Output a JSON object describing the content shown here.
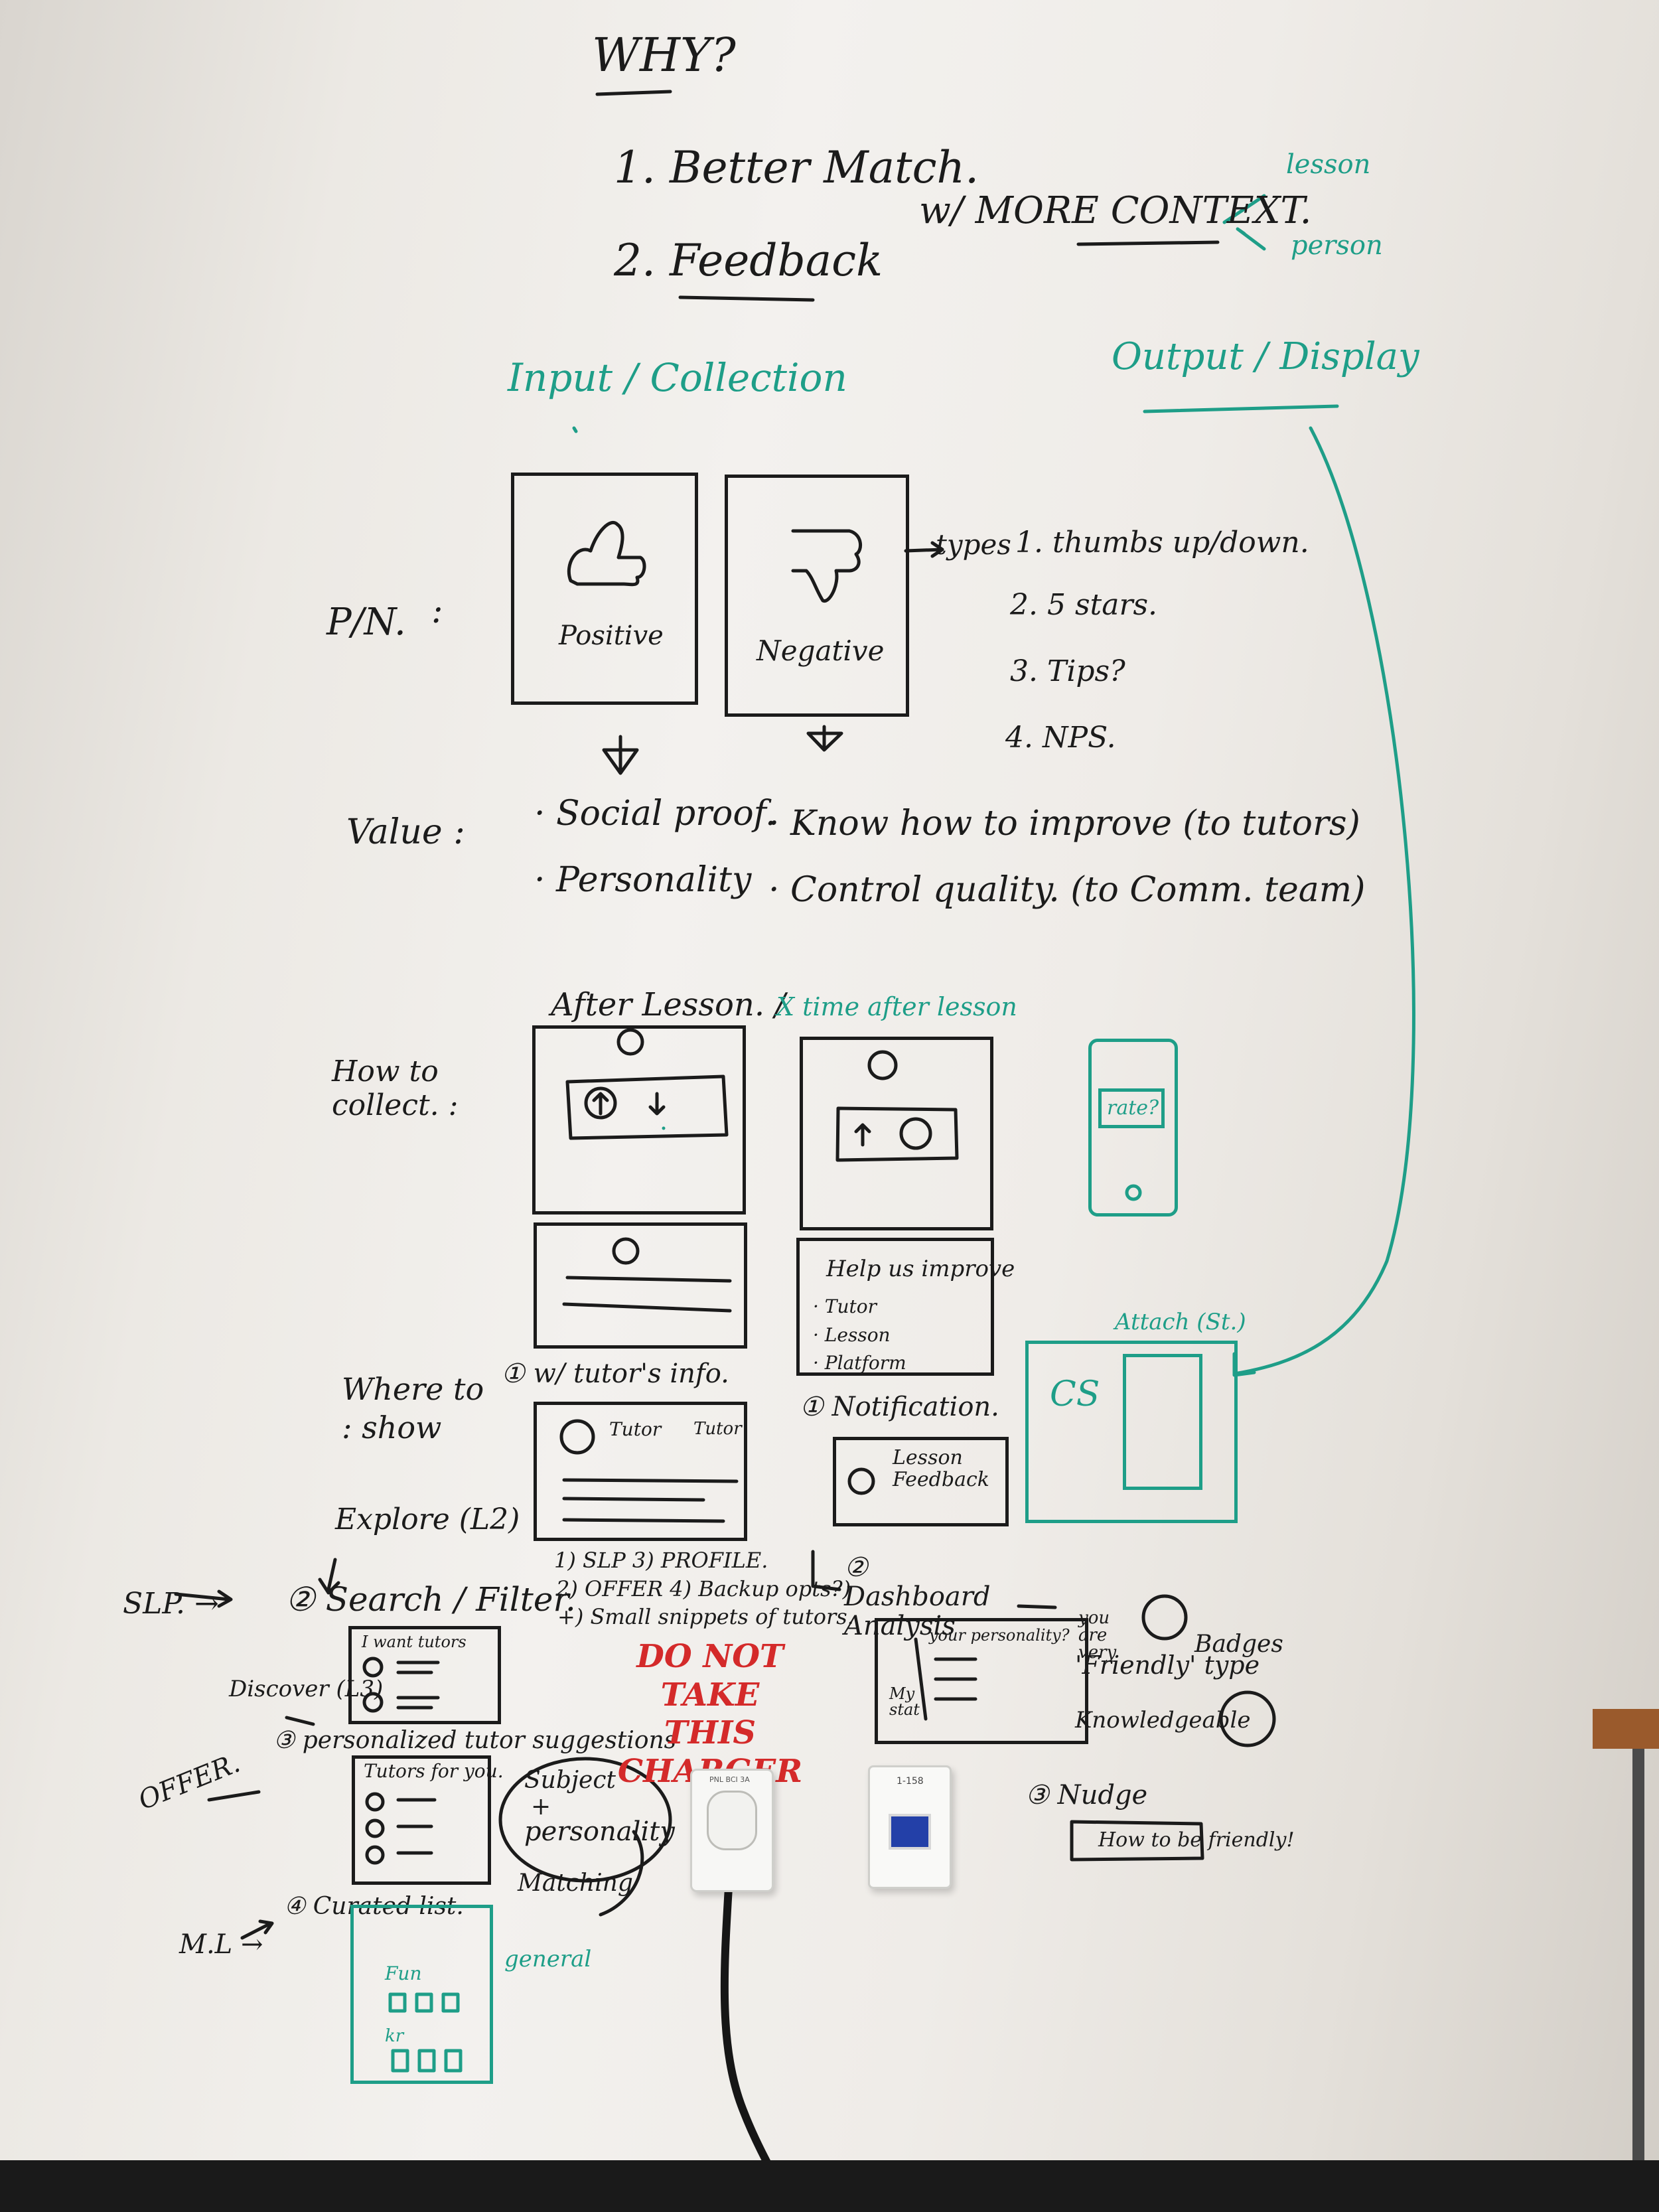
{
  "why": {
    "title": "WHY?",
    "reasons": [
      "1. Better Match.",
      "2. Feedback"
    ],
    "context_note": "w/ MORE CONTEXT.",
    "context_branches": [
      "lesson",
      "person"
    ]
  },
  "columns": {
    "input": "Input / Collection",
    "output": "Output / Display"
  },
  "pn": {
    "label": "P/N.",
    "positive": "Positive",
    "negative": "Negative",
    "types_label": "types",
    "types": [
      "1. thumbs up/down.",
      "2. 5 stars.",
      "3. Tips?",
      "4. NPS."
    ]
  },
  "value": {
    "label": "Value :",
    "items": [
      "· Social proof.",
      "· Personality",
      "· Know how to improve (to tutors)",
      "· Control quality. (to Comm. team)"
    ]
  },
  "collect": {
    "label": "How to collect. :",
    "after_lesson": "After Lesson. /",
    "x_time": "X time after lesson",
    "rate": "rate?",
    "help_title": "Help us improve",
    "help_rows": [
      "· Tutor",
      "· Lesson",
      "· Platform"
    ]
  },
  "show": {
    "label": "Where to : show",
    "tutor_info": "① w/ tutor's info.",
    "tutor_card": [
      "Tutor",
      "Tutor"
    ],
    "list": [
      "1) SLP  3) PROFILE.",
      "2) OFFER 4) Backup opts?)",
      "+) Small snippets of tutors."
    ],
    "notification": "① Notification.",
    "lesson_feedback": "Lesson Feedback",
    "attach": "Attach (St.)",
    "cs": "CS",
    "dashboard": "② Dashboard Analysis",
    "personality": "your personality?",
    "my_stat": "My stat",
    "you_are": "you are very",
    "friendly": "'Friendly' type",
    "badges": "Badges",
    "knowledgeable": "Knowledgeable",
    "nudge": "③ Nudge",
    "nudge_text": "How to be friendly!"
  },
  "explore": {
    "label": "Explore (L2)",
    "slp": "SLP. →",
    "search": "② Search / Filter.",
    "want_tutors": "I want tutors",
    "discover": "Discover (L3)",
    "offer": "OFFER.",
    "personalized": "③ personalized tutor suggestions",
    "tutors_for_you": "Tutors for you.",
    "subject": "Subject",
    "plus": "+",
    "personality": "personality",
    "matching": "Matching",
    "ml": "M.L →",
    "curated": "④ Curated list.",
    "general": "general",
    "fun": "Fun",
    "kr": "kr"
  },
  "charger_sign": "DO NOT TAKE THIS CHARGER",
  "jack_label": "1-158",
  "outlet_label": "PNL BCI 3A"
}
